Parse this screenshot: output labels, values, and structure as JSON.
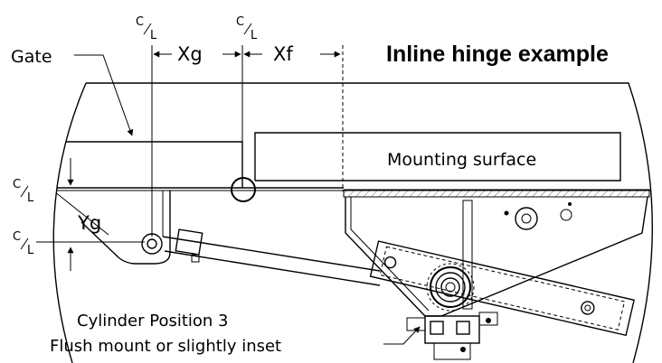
{
  "title": "Inline hinge example",
  "labels": {
    "gate": "Gate",
    "xg": "Xg",
    "xf": "Xf",
    "yg": "Yg",
    "mounting_surface": "Mounting surface",
    "cylinder_position": "Cylinder Position 3",
    "flush_mount": "Flush mount or slightly inset",
    "cl_top": "C",
    "cl_bottom": "L"
  }
}
